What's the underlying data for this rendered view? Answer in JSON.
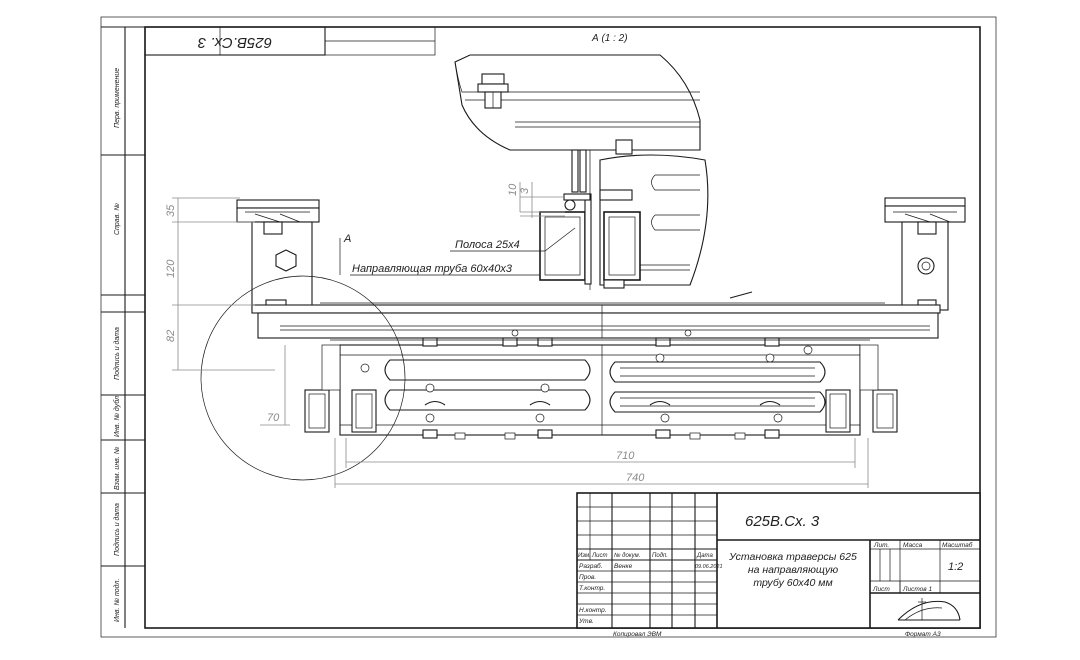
{
  "drawing": {
    "code": "625В.Сх. 3",
    "code_rotated": "625В.Сх. 3",
    "view_label": "А (1 : 2)",
    "section_marker": "А",
    "callouts": {
      "strip": "Полоса 25х4",
      "guide_tube": "Направляющая труба 60х40х3"
    },
    "dimensions": {
      "d35": "35",
      "d120": "120",
      "d82": "82",
      "d70": "70",
      "d710": "710",
      "d740": "740",
      "d10": "10",
      "d3": "3"
    }
  },
  "side_stamp": {
    "perv_primen": "Перв. применение",
    "sprav_no": "Справ. №",
    "podpis_data_1": "Подпись и дата",
    "inv_dubl": "Инв. № дубл.",
    "vzam_inv": "Взам. инв. №",
    "podpis_data_2": "Подпись и дата",
    "inv_podl": "Инв. № подл."
  },
  "title_block": {
    "code": "625В.Сх. 3",
    "title_line1": "Установка траверсы 625",
    "title_line2": "на направляющую",
    "title_line3": "трубу 60х40 мм",
    "hdr_izm": "Изм.",
    "hdr_list": "Лист",
    "hdr_doc": "№ докум.",
    "hdr_podp": "Подп.",
    "hdr_data": "Дата",
    "razrab": "Разраб.",
    "razrab_name": "Венке",
    "razrab_date": "09.06.2021",
    "prov": "Пров.",
    "tkontr": "Т.контр.",
    "nkontr": "Н.контр.",
    "utv": "Утв.",
    "lit": "Лит.",
    "massa": "Масса",
    "masshtab": "Масштаб",
    "scale": "1:2",
    "list": "Лист",
    "listov": "Листов 1",
    "copied": "Копировал ЭВМ",
    "format": "Формат  А3"
  }
}
